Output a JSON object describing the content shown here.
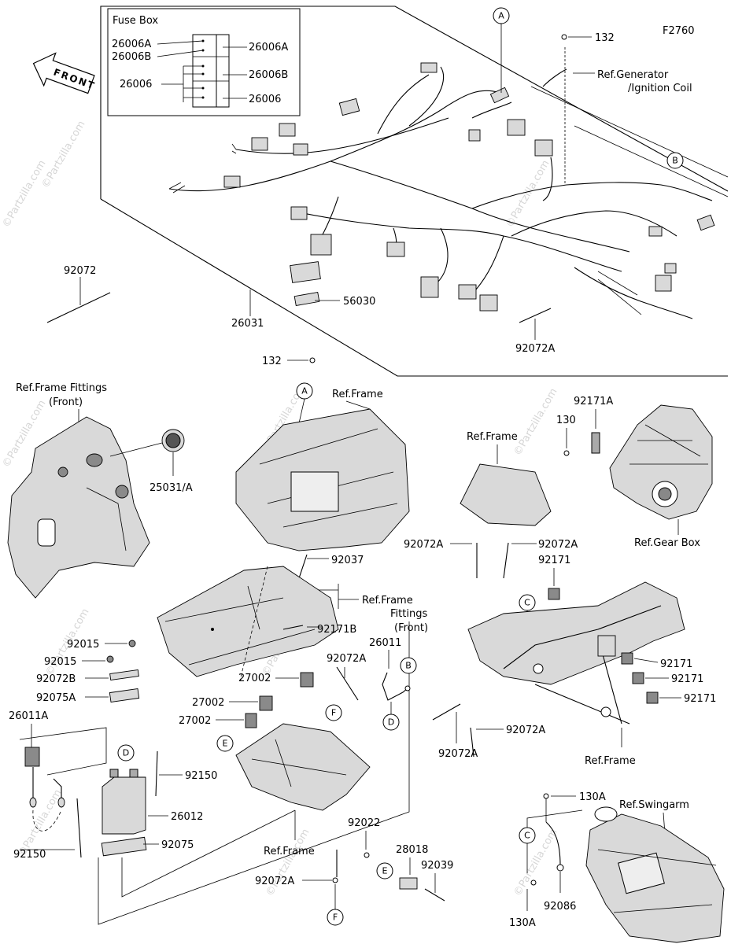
{
  "figure_code": "F2760",
  "watermark": "©Partzilla.com",
  "front_label": "FRONT",
  "fuse_box": {
    "title": "Fuse Box",
    "left_labels": [
      "26006A",
      "26006B",
      "26006"
    ],
    "right_labels": [
      "26006A",
      "26006B",
      "26006"
    ]
  },
  "callouts": [
    "A",
    "B",
    "C",
    "D",
    "E",
    "F"
  ],
  "parts": {
    "p132_top": "132",
    "ref_generator": "Ref.Generator",
    "ref_ignition": "/Ignition Coil",
    "p92072_left": "92072",
    "p26031": "26031",
    "p56030": "56030",
    "p92072A_top": "92072A",
    "p132_mid": "132",
    "ref_frame_fittings_front": "Ref.Frame Fittings",
    "ref_front_paren": "(Front)",
    "ref_frame_top": "Ref.Frame",
    "p25031": "25031/A",
    "ref_frame_right": "Ref.Frame",
    "p130": "130",
    "p92171A": "92171A",
    "ref_gear_box": "Ref.Gear Box",
    "p92072A_l": "92072A",
    "p92072A_r": "92072A",
    "p92037": "92037",
    "ref_frame_mid": "Ref.Frame",
    "p92171B": "92171B",
    "ref_fittings": "Fittings",
    "ref_front_paren2": "(Front)",
    "p92171_top": "92171",
    "p92015_a": "92015",
    "p92015_b": "92015",
    "p92072B": "92072B",
    "p92075A": "92075A",
    "p26011A": "26011A",
    "p26011": "26011",
    "p92072A_mid": "92072A",
    "p27002_a": "27002",
    "p27002_b": "27002",
    "p27002_c": "27002",
    "p92150_r": "92150",
    "p26012": "26012",
    "p92075": "92075",
    "p92150_l": "92150",
    "ref_frame_bottom": "Ref.Frame",
    "p92022": "92022",
    "p28018": "28018",
    "p92039": "92039",
    "p92072A_bot": "92072A",
    "p92171_a": "92171",
    "p92171_b": "92171",
    "p92171_c": "92171",
    "p92072A_c1": "92072A",
    "p92072A_c2": "92072A",
    "ref_frame_br": "Ref.Frame",
    "p130A_top": "130A",
    "ref_swingarm": "Ref.Swingarm",
    "p92086": "92086",
    "p130A_bot": "130A"
  }
}
